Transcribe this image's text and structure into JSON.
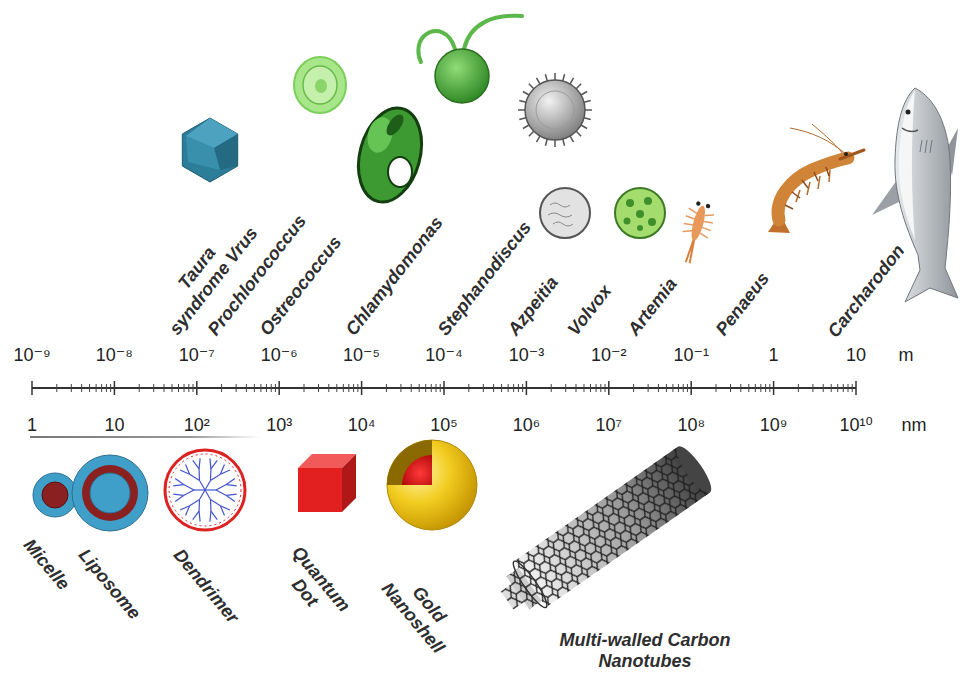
{
  "diagram": {
    "labels": [
      "Taura syndrome Vrus",
      "Prochlorococcus",
      "Ostreococcus",
      "Chlamydomonas",
      "Stephanodiscus",
      "Azpeitia",
      "Volvox",
      "Artemia",
      "Penaeus",
      "Carcharodon",
      "10⁻⁹",
      "10⁻⁸",
      "10⁻⁷",
      "10⁻⁶",
      "10⁻⁵",
      "10⁻⁴",
      "10⁻³",
      "10⁻²",
      "10⁻¹",
      "1",
      "10",
      "m",
      "1",
      "10",
      "10²",
      "10³",
      "10⁴",
      "10⁵",
      "10⁶",
      "10⁷",
      "10⁸",
      "10⁹",
      "10¹⁰",
      "nm",
      "Micelle",
      "Liposome",
      "Dendrimer",
      "Quantum Dot",
      "Gold Nanoshell",
      "Multi-walled Carbon Nanotubes"
    ]
  }
}
